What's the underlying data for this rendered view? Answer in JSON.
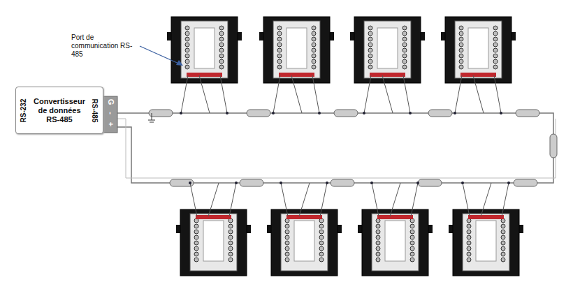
{
  "diagram": {
    "nodes": [
      {
        "text": [
          "RS-232",
          "Convertisseur de données RS-485",
          "RS-485"
        ]
      }
    ],
    "labels": [
      "Port de communication RS-485",
      "G",
      "-",
      "+"
    ]
  }
}
